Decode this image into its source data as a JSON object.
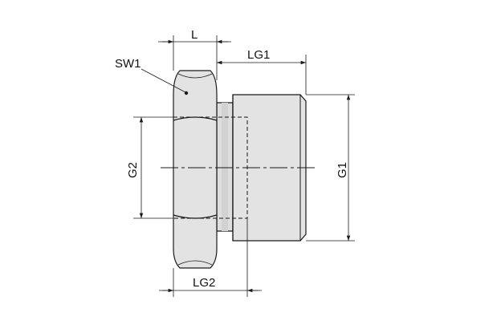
{
  "drawing": {
    "labels": {
      "L": "L",
      "LG1": "LG1",
      "SW1": "SW1",
      "G2": "G2",
      "G1": "G1",
      "LG2": "LG2"
    },
    "colors": {
      "line": "#1a1a1a",
      "body_fill": "#e3e3e3",
      "shade_fill": "#d2d2d2",
      "background": "#ffffff"
    }
  }
}
